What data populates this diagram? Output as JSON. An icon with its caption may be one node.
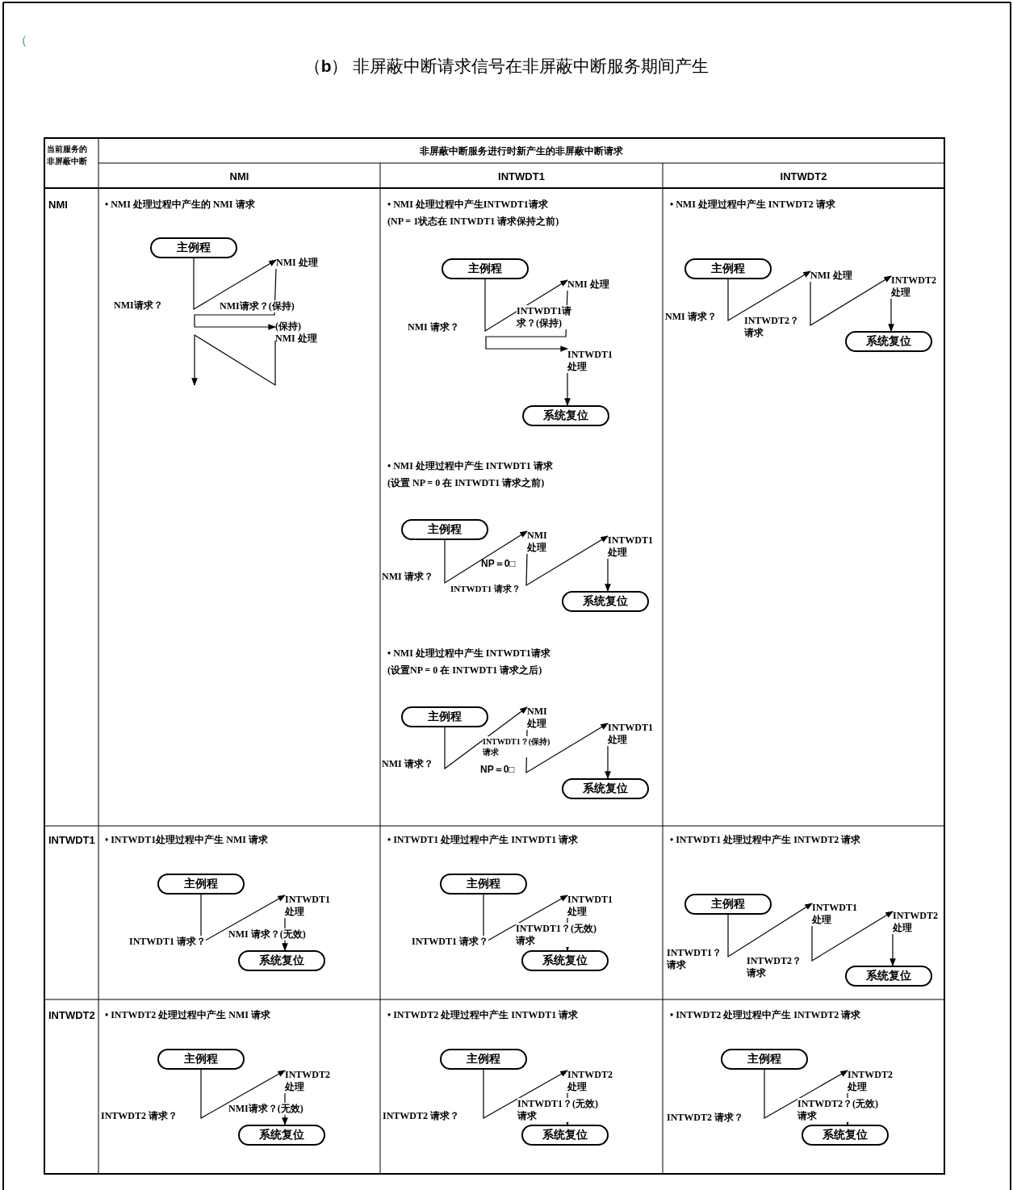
{
  "diagram": {
    "title": "（**b**） 非屏蔽中断请求信号在非屏蔽中断服务期间产生",
    "nodes": [
      {
        "text": [
          "主例程"
        ]
      },
      {
        "text": [
          "NMI 处理"
        ]
      },
      {
        "text": [
          "(保持)",
          "NMI 处理"
        ]
      },
      {
        "text": [
          "主例程"
        ]
      },
      {
        "text": [
          "NMI 处理"
        ]
      },
      {
        "text": [
          "INTWDT1 处理"
        ]
      },
      {
        "text": [
          "系统复位"
        ]
      },
      {
        "text": [
          "主例程"
        ]
      },
      {
        "text": [
          "NMI 处理"
        ]
      },
      {
        "text": [
          "INTWDT1 处理"
        ]
      },
      {
        "text": [
          "系统复位"
        ]
      },
      {
        "text": [
          "主例程"
        ]
      },
      {
        "text": [
          "NMI 处理"
        ]
      },
      {
        "text": [
          "INTWDT1 处理"
        ]
      },
      {
        "text": [
          "系统复位"
        ]
      },
      {
        "text": [
          "主例程"
        ]
      },
      {
        "text": [
          "NMI 处理"
        ]
      },
      {
        "text": [
          "INTWDT2 处理"
        ]
      },
      {
        "text": [
          "系统复位"
        ]
      },
      {
        "text": [
          "主例程"
        ]
      },
      {
        "text": [
          "INTWDT1 处理"
        ]
      },
      {
        "text": [
          "系统复位"
        ]
      },
      {
        "text": [
          "主例程"
        ]
      },
      {
        "text": [
          "INTWDT1 处理"
        ]
      },
      {
        "text": [
          "系统复位"
        ]
      },
      {
        "text": [
          "主例程"
        ]
      },
      {
        "text": [
          "INTWDT1 处理"
        ]
      },
      {
        "text": [
          "INTWDT2 处理"
        ]
      },
      {
        "text": [
          "系统复位"
        ]
      },
      {
        "text": [
          "主例程"
        ]
      },
      {
        "text": [
          "INTWDT2 处理"
        ]
      },
      {
        "text": [
          "系统复位"
        ]
      },
      {
        "text": [
          "主例程"
        ]
      },
      {
        "text": [
          "INTWDT2 处理"
        ]
      },
      {
        "text": [
          "系统复位"
        ]
      },
      {
        "text": [
          "主例程"
        ]
      },
      {
        "text": [
          "INTWDT2 处理"
        ]
      },
      {
        "text": [
          "系统复位"
        ]
      }
    ],
    "edges": [
      {
        "from": 0,
        "to": 1,
        "arrow": "to",
        "label": "NMI请求？"
      },
      {
        "from": 1,
        "to": 2,
        "arrow": "to",
        "label": "NMI请求？(保持)"
      },
      {
        "from": 2,
        "to": null,
        "arrow": "to"
      },
      {
        "from": 3,
        "to": 4,
        "arrow": "to",
        "label": "NMI 请求？"
      },
      {
        "from": 4,
        "to": 5,
        "arrow": "to",
        "label": "INTWDT1请求？(保持)"
      },
      {
        "from": 5,
        "to": 6,
        "arrow": "to"
      },
      {
        "from": 7,
        "to": 8,
        "arrow": "to",
        "label": "NMI 请求？"
      },
      {
        "from": 8,
        "to": 9,
        "arrow": "to"
      },
      {
        "from": 9,
        "to": 10,
        "arrow": "to"
      },
      {
        "from": 11,
        "to": 12,
        "arrow": "to",
        "label": "NMI 请求？"
      },
      {
        "from": 12,
        "to": 13,
        "arrow": "to",
        "label": "INTWDT1？(保持)请求"
      },
      {
        "from": 13,
        "to": 14,
        "arrow": "to"
      },
      {
        "from": 15,
        "to": 16,
        "arrow": "to",
        "label": "NMI 请求？"
      },
      {
        "from": 16,
        "to": 17,
        "arrow": "to",
        "label": "INTWDT2？请求"
      },
      {
        "from": 17,
        "to": 18,
        "arrow": "to"
      },
      {
        "from": 19,
        "to": 20,
        "arrow": "to",
        "label": "INTWDT1 请求？"
      },
      {
        "from": 20,
        "to": 21,
        "arrow": "to",
        "label": "NMI 请求？(无效)"
      },
      {
        "from": 22,
        "to": 23,
        "arrow": "to",
        "label": "INTWDT1 请求？"
      },
      {
        "from": 23,
        "to": 24,
        "arrow": "to",
        "label": "INTWDT1？(无效)请求"
      },
      {
        "from": 25,
        "to": 26,
        "arrow": "to",
        "label": "INTWDT1？请求"
      },
      {
        "from": 26,
        "to": 27,
        "arrow": "to",
        "label": "INTWDT2？请求"
      },
      {
        "from": 27,
        "to": 28,
        "arrow": "to"
      },
      {
        "from": 29,
        "to": 30,
        "arrow": "to",
        "label": "INTWDT2 请求？"
      },
      {
        "from": 30,
        "to": 31,
        "arrow": "to",
        "label": "NMI请求？(无效)"
      },
      {
        "from": 32,
        "to": 33,
        "arrow": "to",
        "label": "INTWDT2 请求？"
      },
      {
        "from": 33,
        "to": 34,
        "arrow": "to",
        "label": "INTWDT1？(无效)请求"
      },
      {
        "from": 35,
        "to": 36,
        "arrow": "to",
        "label": "INTWDT2 请求？"
      },
      {
        "from": 36,
        "to": 37,
        "arrow": "to",
        "label": "INTWDT2？(无效)请求"
      }
    ],
    "labels": [
      "（",
      "当前服务的非屏蔽中断",
      "非屏蔽中断服务进行时新产生的非屏蔽中断请求",
      "NMI",
      "INTWDT1",
      "INTWDT2",
      "NMI",
      "• NMI 处理过程中产生的 NMI 请求",
      "• NMI 处理过程中产生INTWDT1请求",
      "(NP = 1状态在 INTWDT1 请求保持之前)",
      "• NMI 处理过程中产生 INTWDT2 请求",
      "• NMI 处理过程中产生 INTWDT1 请求",
      "(设置 NP = 0 在 INTWDT1 请求之前)",
      "NP＝0□",
      "INTWDT1 请求？",
      "• NMI 处理过程中产生 INTWDT1请求",
      "(设置NP = 0 在 INTWDT1 请求之后)",
      "NP＝0□",
      "INTWDT1",
      "• INTWDT1处理过程中产生 NMI 请求",
      "• INTWDT1 处理过程中产生 INTWDT1 请求",
      "• INTWDT1 处理过程中产生 INTWDT2 请求",
      "INTWDT2",
      "• INTWDT2 处理过程中产生 NMI 请求",
      "• INTWDT2 处理过程中产生 INTWDT1 请求",
      "• INTWDT2 处理过程中产生 INTWDT2 请求"
    ]
  }
}
